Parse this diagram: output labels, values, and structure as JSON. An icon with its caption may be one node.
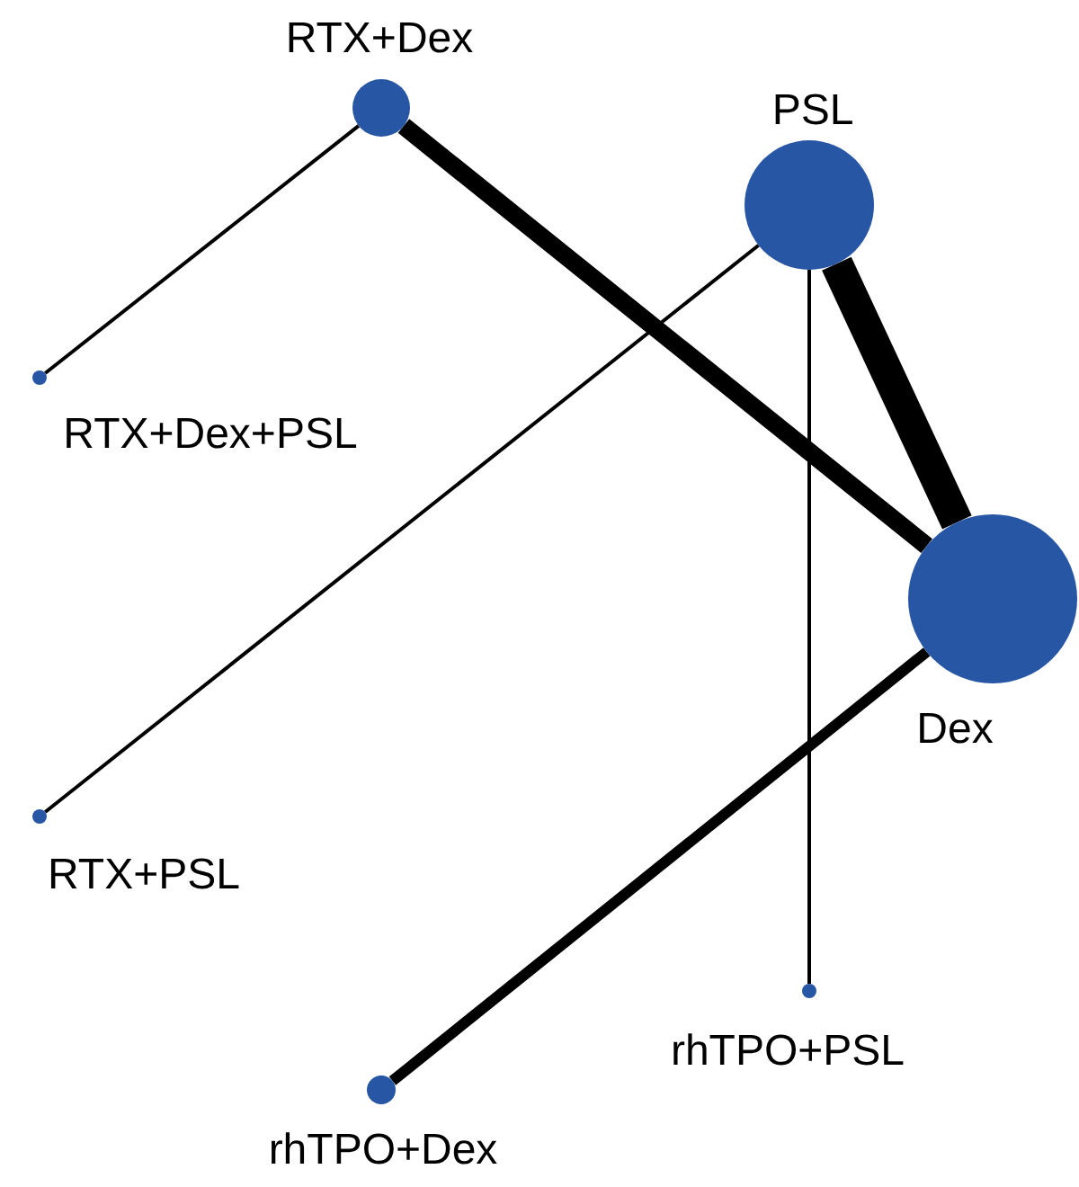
{
  "diagram": {
    "nodes": [
      {
        "text": [
          "RTX+Dex"
        ]
      },
      {
        "text": [
          "PSL"
        ]
      },
      {
        "text": [
          "RTX+Dex+PSL"
        ]
      },
      {
        "text": [
          "Dex"
        ]
      },
      {
        "text": [
          "RTX+PSL"
        ]
      },
      {
        "text": [
          "rhTPO+PSL"
        ]
      },
      {
        "text": [
          "rhTPO+Dex"
        ]
      }
    ],
    "edges": [
      {
        "from": 0,
        "to": 2,
        "arrow": "none"
      },
      {
        "from": 0,
        "to": 3,
        "arrow": "none",
        "style": "thick"
      },
      {
        "from": 1,
        "to": 3,
        "arrow": "none",
        "style": "thick"
      },
      {
        "from": 1,
        "to": 4,
        "arrow": "none"
      },
      {
        "from": 1,
        "to": 5,
        "arrow": "none"
      },
      {
        "from": 3,
        "to": 6,
        "arrow": "none",
        "style": "thick"
      }
    ]
  }
}
